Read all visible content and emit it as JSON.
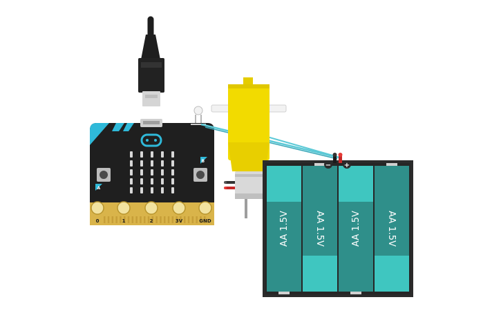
{
  "microbit": {
    "pins": [
      "0",
      "1",
      "2",
      "3V",
      "GND"
    ],
    "buttons": [
      "A",
      "B"
    ],
    "led_rows": 5,
    "led_cols": 5
  },
  "battery_pack": {
    "cells": [
      "AA 1.5V",
      "AA 1.5V",
      "AA 1.5V",
      "AA 1.5V"
    ],
    "terminal_negative": "−",
    "terminal_positive": "+"
  },
  "colors": {
    "board": "#1f1f1f",
    "accent": "#2fb9d9",
    "gold": "#d9b44a",
    "battery_teal": "#2f8f8a",
    "battery_cap": "#3fc6c0",
    "motor_yellow": "#f2db00",
    "wire": "#5cc9d6"
  }
}
